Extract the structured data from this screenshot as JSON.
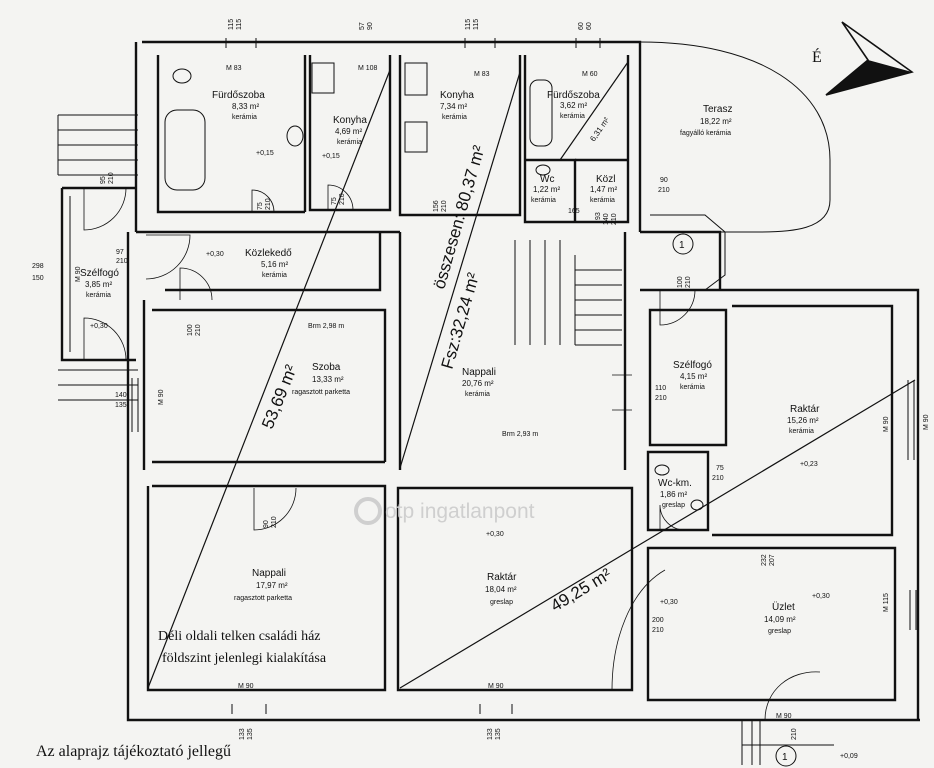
{
  "rooms": [
    {
      "name": "Fürdőszoba",
      "area": "8,33 m²",
      "floor": "kerámia"
    },
    {
      "name": "Konyha",
      "area": "4,69 m²",
      "floor": "kerámia"
    },
    {
      "name": "Konyha",
      "area": "7,34 m²",
      "floor": "kerámia"
    },
    {
      "name": "Fürdőszoba",
      "area": "3,62 m²",
      "floor": "kerámia"
    },
    {
      "name": "Terasz",
      "area": "18,22 m²",
      "floor": "fagyálló kerámia"
    },
    {
      "name": "Wc",
      "area": "1,22 m²",
      "floor": "kerámia"
    },
    {
      "name": "Közl",
      "area": "1,47 m²",
      "floor": "kerámia"
    },
    {
      "name": "Közlekedő",
      "area": "5,16 m²",
      "floor": "kerámia"
    },
    {
      "name": "Szélfogó",
      "area": "3,85 m²",
      "floor": "kerámia"
    },
    {
      "name": "Szoba",
      "area": "13,33 m²",
      "floor": "ragasztott parketta"
    },
    {
      "name": "Nappali",
      "area": "20,76 m²",
      "floor": "kerámia"
    },
    {
      "name": "Szélfogó",
      "area": "4,15 m²",
      "floor": "kerámia"
    },
    {
      "name": "Raktár",
      "area": "15,26 m²",
      "floor": "kerámia"
    },
    {
      "name": "Wc-km.",
      "area": "1,86 m²",
      "floor": "greslap"
    },
    {
      "name": "Nappali",
      "area": "17,97 m²",
      "floor": "ragasztott parketta"
    },
    {
      "name": "Raktár",
      "area": "18,04 m²",
      "floor": "greslap"
    },
    {
      "name": "Üzlet",
      "area": "14,09 m²",
      "floor": "greslap"
    }
  ],
  "areas": {
    "left_block": "53,69 m²",
    "total": "összesen: 80,37 m²",
    "ground": "Fsz:32,24 m²",
    "right_block": "49,25 m²",
    "bathroom_small": "6,31 m²"
  },
  "heights": {
    "szoba": "Brm 2,98 m",
    "nappali": "Brm 2,93 m"
  },
  "levels": [
    "+0,15",
    "+0,15",
    "+0,30",
    "+0,30",
    "+0,23",
    "+0,30",
    "+0,30",
    "+0,30",
    "+0,09"
  ],
  "dims": [
    "115",
    "115",
    "57",
    "90",
    "115",
    "115",
    "60",
    "60",
    "M 83",
    "M 108",
    "M 83",
    "M 60",
    "95",
    "210",
    "97",
    "210",
    "298",
    "150",
    "M 90",
    "75",
    "210",
    "75",
    "210",
    "156",
    "210",
    "165",
    "140",
    "210",
    "93",
    "90",
    "210",
    "100",
    "210",
    "100",
    "210",
    "110",
    "210",
    "140",
    "135",
    "M 90",
    "M 90",
    "75",
    "210",
    "232",
    "207",
    "200",
    "210",
    "M 90",
    "M 90",
    "M 115",
    "133",
    "135",
    "133",
    "135",
    "90",
    "210",
    "M 90",
    "M 90",
    "210"
  ],
  "markers": [
    "1",
    "1"
  ],
  "north": "É",
  "watermark": "otp ingatlanpont",
  "caption": [
    "Déli oldali telken családi ház",
    "földszint jelenlegi kialakítása"
  ],
  "footer": "Az alaprajz tájékoztató jellegű",
  "colors": {
    "ink": "#111111",
    "paper": "#f4f4f2",
    "watermark": "#cfcfcf"
  }
}
